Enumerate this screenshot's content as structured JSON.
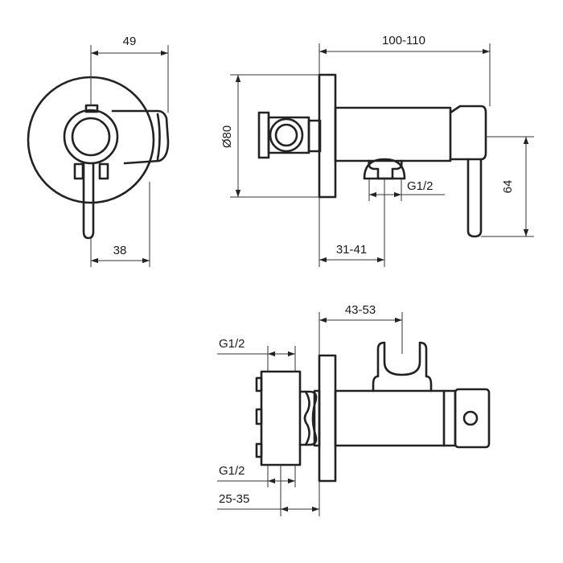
{
  "dimensions": {
    "d49": "49",
    "d38": "38",
    "d100_110": "100-110",
    "d80": "Ø80",
    "g12_side": "G1/2",
    "d64": "64",
    "d31_41": "31-41",
    "d43_53": "43-53",
    "g12_top": "G1/2",
    "g12_bottom": "G1/2",
    "d25_35": "25-35"
  },
  "colors": {
    "line": "#222222",
    "background": "#ffffff"
  }
}
